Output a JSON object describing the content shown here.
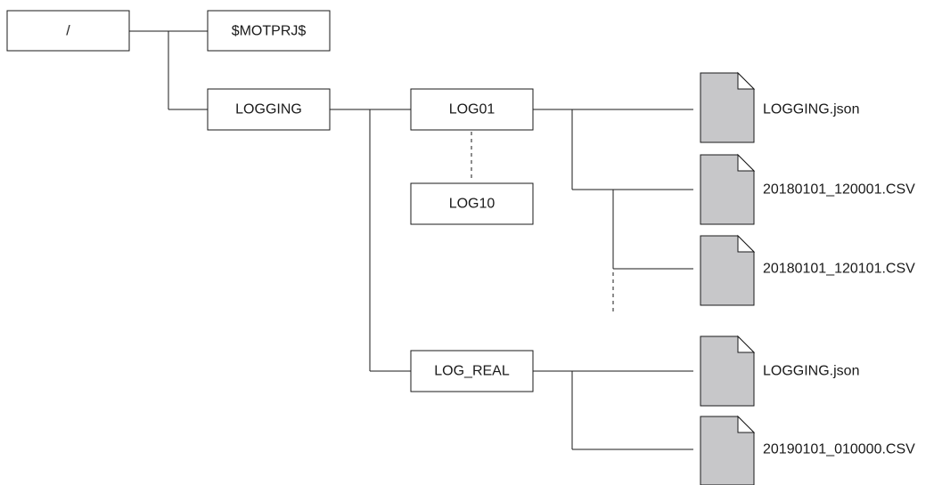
{
  "folders": {
    "root": "/",
    "motprj": "$MOTPRJ$",
    "logging": "LOGGING",
    "log01": "LOG01",
    "log10": "LOG10",
    "log_real": "LOG_REAL"
  },
  "files": {
    "log01_settings": "LOGGING.json",
    "log01_csv_1": "20180101_120001.CSV",
    "log01_csv_2": "20180101_120101.CSV",
    "log_real_settings": "LOGGING.json",
    "log_real_csv": "20190101_010000.CSV"
  },
  "colors": {
    "line": "#1a1a1a",
    "file_fill": "#c7c7c9",
    "box_fill": "#ffffff"
  },
  "icons": {
    "file": "document-icon"
  }
}
